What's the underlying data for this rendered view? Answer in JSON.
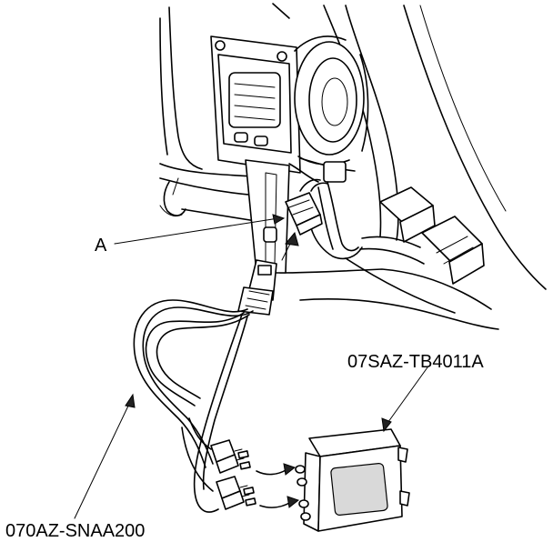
{
  "labels": {
    "callout_a": "A",
    "tool_box": "07SAZ-TB4011A",
    "tool_harness": "070AZ-SNAA200"
  }
}
